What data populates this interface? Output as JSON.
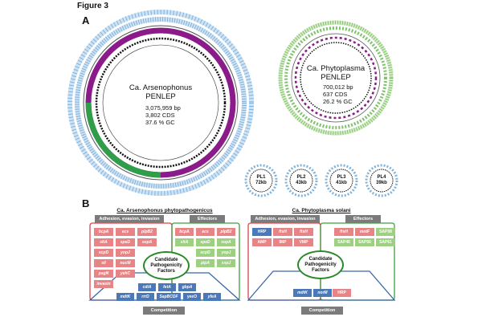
{
  "figure_title": "Figure 3",
  "panel_a": "A",
  "panel_b": "B",
  "arsenophonus": {
    "name_line1": "Ca. Arsenophonus",
    "name_line2": "PENLEP",
    "bp": "3,075,959  bp",
    "cds": "3,802 CDS",
    "gc": "37.6 % GC",
    "section_title": "Ca. Arsenophonus phytopathogenicus",
    "header_adhesion": "Adhesion, evasion, invasion",
    "header_effectors": "Effectors",
    "footer": "Competition",
    "center_text": "Candidate Pathogenicity Factors",
    "adhesion_genes": [
      "bcpA",
      "ecs",
      "plpB2",
      "sltA",
      "speD",
      "sopA",
      "scpD",
      "yopJ",
      "sil",
      "nucM",
      "pagN",
      "yehC",
      "invasin"
    ],
    "effector_genes": [
      "bcpA",
      "ecs",
      "plpB2",
      "sltA",
      "speD",
      "sopA",
      "scpD",
      "yopJ",
      "plpA",
      "sspJ"
    ],
    "competition_genes": [
      "cdiA",
      "fetA",
      "gbpA",
      "mdtK",
      "rrrD",
      "SapBCDF",
      "yeeO",
      "yfeA"
    ]
  },
  "phytoplasma": {
    "name_line1": "Ca. Phytoplasma",
    "name_line2": "PENLEP",
    "bp": "700,012 bp",
    "cds": "637 CDS",
    "gc": "26.2 % GC",
    "section_title": "Ca. Phytoplasma solani",
    "header_adhesion": "Adhesion, evasion, invasion",
    "header_effectors": "Effectors",
    "footer": "Competition",
    "center_text": "Candidate Pathogenicity Factors",
    "adhesion_genes": [
      "HRP",
      "ftsH",
      "ftsH",
      "AMP",
      "IMP",
      "VMP"
    ],
    "effector_genes": [
      "ftsH",
      "mntF",
      "SAP08",
      "SAP45",
      "SAP56",
      "SAP61"
    ],
    "competition_genes": [
      "mdtK",
      "norM",
      "HRP"
    ]
  },
  "plasmids": [
    {
      "name": "PL1",
      "size": "72kb"
    },
    {
      "name": "PL2",
      "size": "43kb"
    },
    {
      "name": "PL3",
      "size": "41kb"
    },
    {
      "name": "PL4",
      "size": "39kb"
    }
  ],
  "colors": {
    "outer_ring_blue": "#9fc7e6",
    "gc_skew_purple": "#8b1a8b",
    "gc_skew_green": "#2e9e48",
    "phyto_ring_green": "#7fc26b",
    "gene_red": "#e88485",
    "gene_green": "#9dd081",
    "gene_blue": "#4a78b8",
    "box_red": "#d9434b",
    "box_green": "#3f9f3f",
    "box_blue": "#3a66a8"
  }
}
